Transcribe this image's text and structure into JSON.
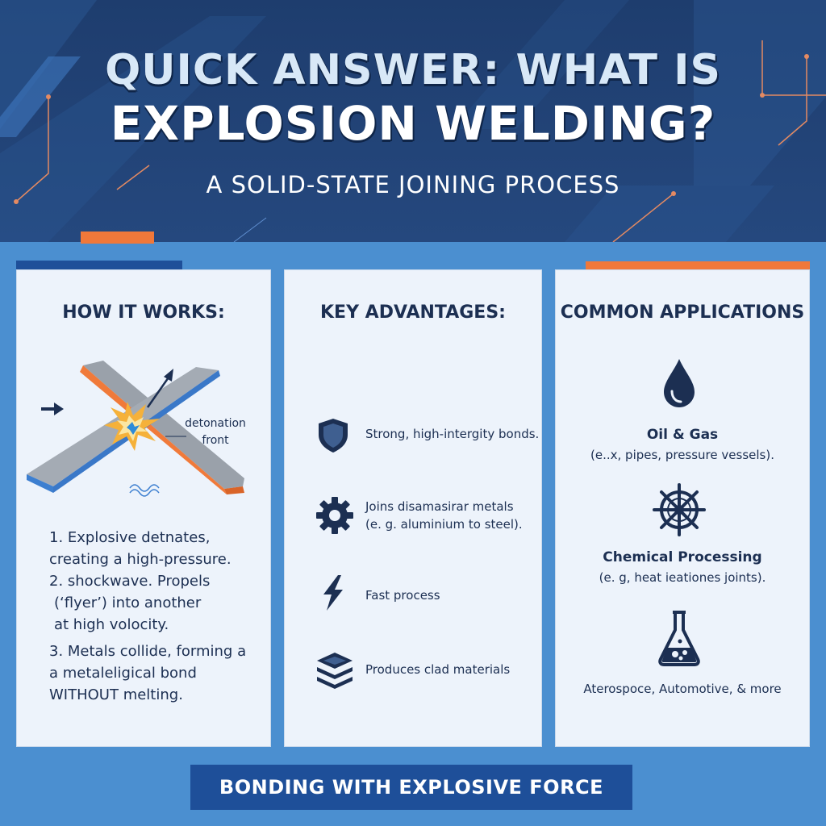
{
  "header": {
    "title_line1": "QUICK ANSWER: WHAT IS",
    "title_line2": "EXPLOSION WELDING?",
    "subtitle": "A SOLID-STATE JOINING PROCESS"
  },
  "how_it_works": {
    "title": "HOW IT WORKS:",
    "diagram_label_line1": "detonation",
    "diagram_label_line2": "front",
    "steps": [
      "1. Explosive detnates,",
      "creating a high-pressure.",
      "2. shockwave. Propels",
      "(‘flyer’) into another",
      "at high volocity.",
      "3. Metals collide, forming a",
      "a metaleligical bond",
      "WITHOUT melting."
    ]
  },
  "advantages": {
    "title": "KEY ADVANTAGES:",
    "items": [
      {
        "icon": "shield-icon",
        "line1": "Strong, high-intergity bonds.",
        "line2": ""
      },
      {
        "icon": "gear-icon",
        "line1": "Joins disamasirar metals",
        "line2": "(e. g. aluminium to steel)."
      },
      {
        "icon": "lightning-icon",
        "line1": "Fast process",
        "line2": ""
      },
      {
        "icon": "layers-icon",
        "line1": "Produces clad materials",
        "line2": ""
      }
    ]
  },
  "applications": {
    "title": "COMMON APPLICATIONS",
    "items": [
      {
        "icon": "droplet-icon",
        "name": "Oil & Gas",
        "desc": "(e..x, pipes, pressure vessels)."
      },
      {
        "icon": "ship-wheel-icon",
        "name": "Chemical Processing",
        "desc": "(e. g, heat ieationes joints)."
      },
      {
        "icon": "flask-icon",
        "name": "",
        "desc": "Aterospoce, Automotive, & more"
      }
    ]
  },
  "footer": {
    "banner": "BONDING WITH EXPLOSIVE FORCE"
  },
  "colors": {
    "header_bg": "#1e3d6e",
    "body_bg": "#4b8fd0",
    "accent": "#f0783a",
    "navy": "#1e4f99",
    "panel_bg": "#edf3fb",
    "text": "#1c2f52"
  }
}
